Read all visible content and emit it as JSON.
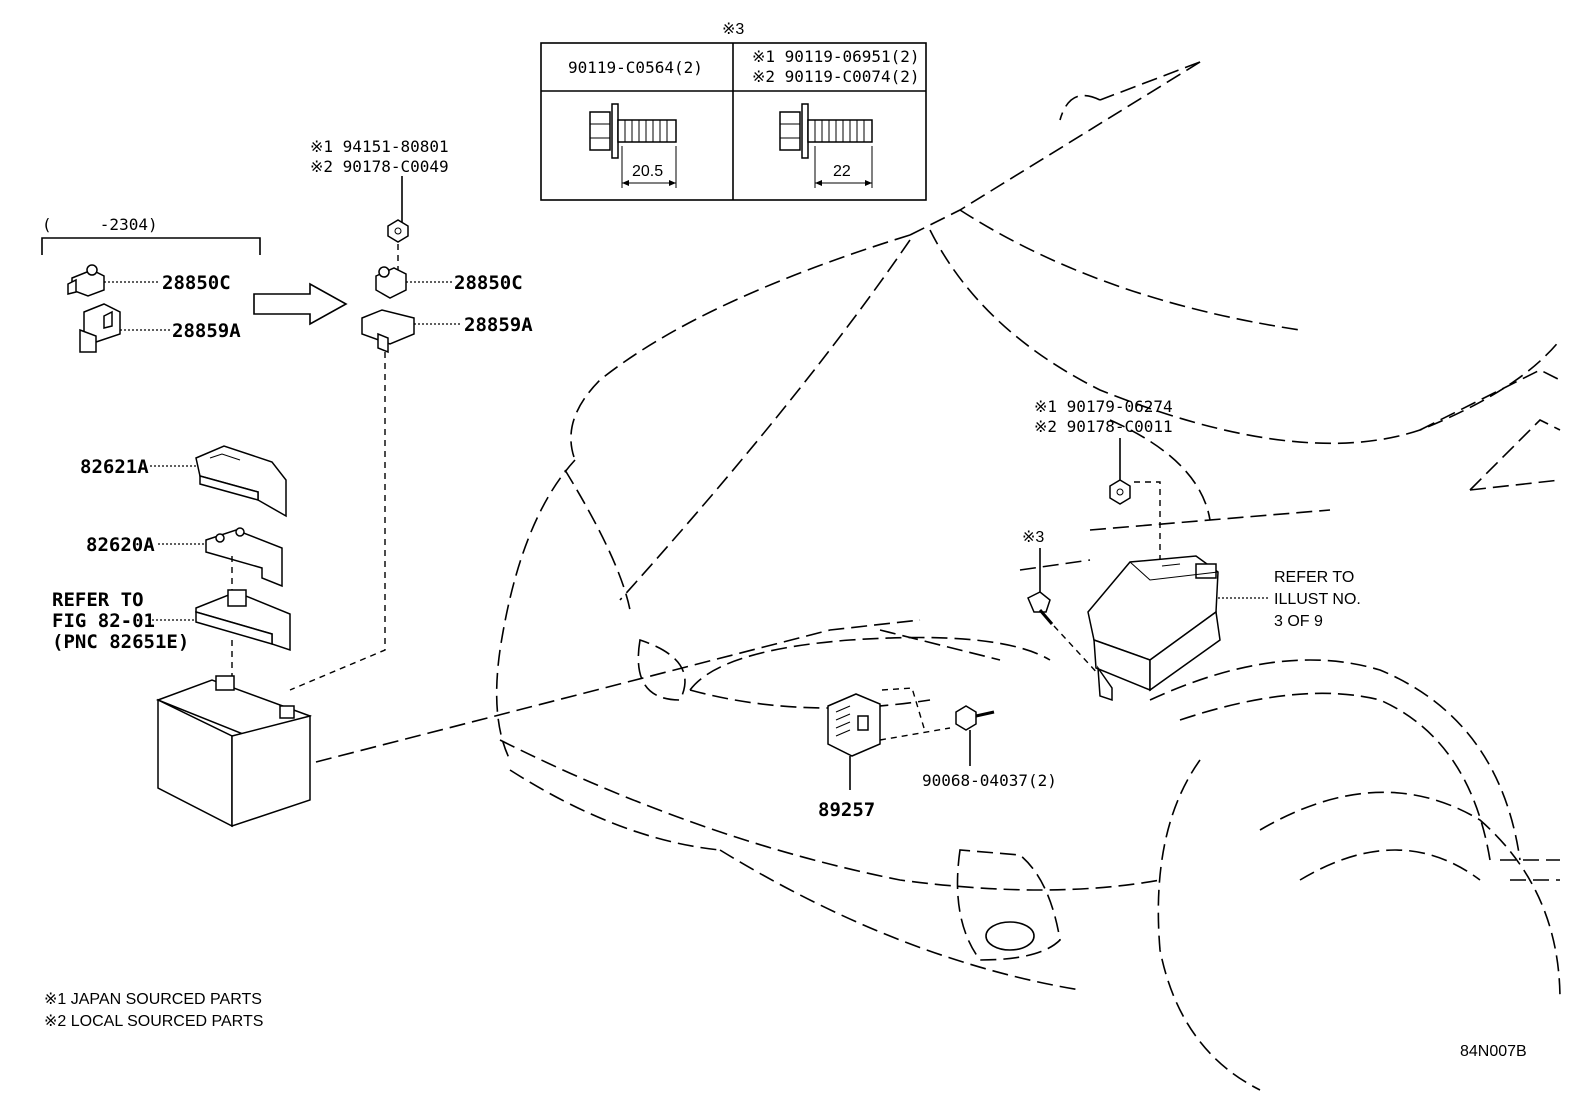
{
  "table": {
    "header_mark": "※3",
    "col1_header": "90119-C0564(2)",
    "col2_header_line1": "※1 90119-06951(2)",
    "col2_header_line2": "※2 90119-C0074(2)",
    "col1_dim": "20.5",
    "col2_dim": "22"
  },
  "callouts": {
    "nut_top_line1": "※1 94151-80801",
    "nut_top_line2": "※2 90178-C0049",
    "bracket_range": "(     -2304)",
    "old_28850c": "28850C",
    "old_28859a": "28859A",
    "new_28850c": "28850C",
    "new_28859a": "28859A",
    "p82621a": "82621A",
    "p82620a": "82620A",
    "refer_fig_line1": "REFER TO",
    "refer_fig_line2": "FIG 82-01",
    "refer_fig_line3": "(PNC 82651E)",
    "nut_right_line1": "※1 90179-06274",
    "nut_right_line2": "※2 90178-C0011",
    "bolt_mark": "※3",
    "refer_illust_line1": "REFER TO",
    "refer_illust_line2": "ILLUST NO.",
    "refer_illust_line3": "3 OF 9",
    "bolt_90068": "90068-04037(2)",
    "p89257": "89257"
  },
  "legend": {
    "line1": "※1 JAPAN SOURCED PARTS",
    "line2": "※2 LOCAL SOURCED PARTS"
  },
  "figure_code": "84N007B"
}
